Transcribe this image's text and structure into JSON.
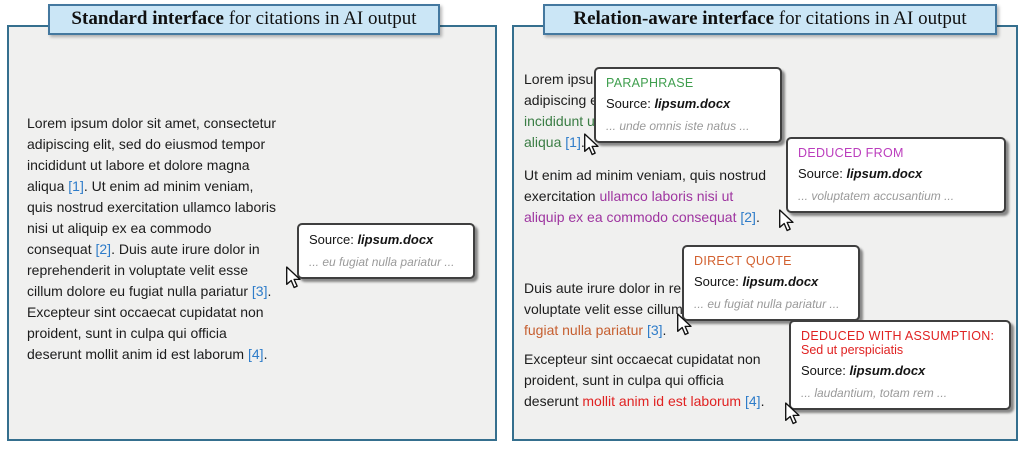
{
  "colors": {
    "panel_background": "#f0f0ef",
    "panel_border": "#356f8e",
    "header_background": "#cbe6f6",
    "header_border": "#44789f",
    "body_text": "#1c1c1c",
    "citation_blue": "#2e7cc9",
    "paraphrase_green": "#3f9e4e",
    "deduced_from_magenta": "#bb3dbd",
    "direct_quote_orange": "#d2602f",
    "deduced_with_assumption_red": "#e02222",
    "quote_gray": "#9a9a9a"
  },
  "panels": [
    {
      "title_bold": "Standard interface",
      "title_rest": " for citations in AI output",
      "paragraphs": [
        [
          {
            "c": "t",
            "x": "Lorem ipsum dolor sit amet, consectetur\nadipiscing elit, sed do eiusmod tempor\nincididunt ut labore et dolore magna\naliqua "
          },
          {
            "c": "cite",
            "x": "[1]"
          },
          {
            "c": "t",
            "x": ". Ut enim ad minim veniam,\nquis nostrud exercitation ullamco laboris\nnisi ut aliquip ex ea commodo\nconsequat "
          },
          {
            "c": "cite",
            "x": "[2]"
          },
          {
            "c": "t",
            "x": ". Duis aute irure dolor in\nreprehenderit in voluptate velit esse\ncillum dolore eu fugiat nulla pariatur "
          },
          {
            "c": "cite",
            "x": "[3]"
          },
          {
            "c": "t",
            "x": ".\nExcepteur sint occaecat cupidatat non\nproident, sunt in culpa qui officia\ndeserunt mollit anim id est laborum "
          },
          {
            "c": "cite",
            "x": "[4]"
          },
          {
            "c": "t",
            "x": "."
          }
        ]
      ],
      "tooltip": {
        "source_label": "Source:",
        "source_file": "lipsum.docx",
        "quote": "... eu fugiat nulla pariatur ..."
      }
    },
    {
      "title_bold": "Relation-aware interface",
      "title_rest": " for citations in AI output",
      "paragraphs": [
        [
          {
            "c": "t",
            "x": "Lorem ipsum dolor sit amet, consectetur\nadipiscing elit, "
          },
          {
            "c": "green",
            "x": "sed do eiusmod tempor\nincididunt ut labore et dolore magna\naliqua "
          },
          {
            "c": "cite",
            "x": "[1]"
          },
          {
            "c": "t",
            "x": "."
          }
        ],
        [
          {
            "c": "t",
            "x": "Ut enim ad minim veniam, quis nostrud\nexercitation "
          },
          {
            "c": "purple",
            "x": "ullamco laboris nisi ut\naliquip ex ea commodo consequat "
          },
          {
            "c": "cite",
            "x": "[2]"
          },
          {
            "c": "t",
            "x": "."
          }
        ],
        [
          {
            "c": "t",
            "x": "Duis aute irure dolor in reprehenderit in\nvoluptate velit esse cillum dolore eu\n"
          },
          {
            "c": "orange",
            "x": "fugiat nulla pariatur "
          },
          {
            "c": "cite",
            "x": "[3]"
          },
          {
            "c": "t",
            "x": "."
          }
        ],
        [
          {
            "c": "t",
            "x": "Excepteur sint occaecat cupidatat non\nproident, sunt in culpa qui officia\ndeserunt "
          },
          {
            "c": "red",
            "x": "mollit anim id est laborum "
          },
          {
            "c": "cite",
            "x": "[4]"
          },
          {
            "c": "t",
            "x": "."
          }
        ]
      ],
      "tooltips": [
        {
          "label": "PARAPHRASE",
          "source_label": "Source:",
          "source_file": "lipsum.docx",
          "quote": "... unde omnis iste natus ..."
        },
        {
          "label": "DEDUCED FROM",
          "source_label": "Source:",
          "source_file": "lipsum.docx",
          "quote": "... voluptatem accusantium ..."
        },
        {
          "label": "DIRECT QUOTE",
          "source_label": "Source:",
          "source_file": "lipsum.docx",
          "quote": "... eu fugiat nulla pariatur ..."
        },
        {
          "label": "DEDUCED WITH ASSUMPTION:",
          "label_line2": "Sed ut perspiciatis",
          "source_label": "Source:",
          "source_file": "lipsum.docx",
          "quote": "... laudantium, totam rem ..."
        }
      ]
    }
  ]
}
